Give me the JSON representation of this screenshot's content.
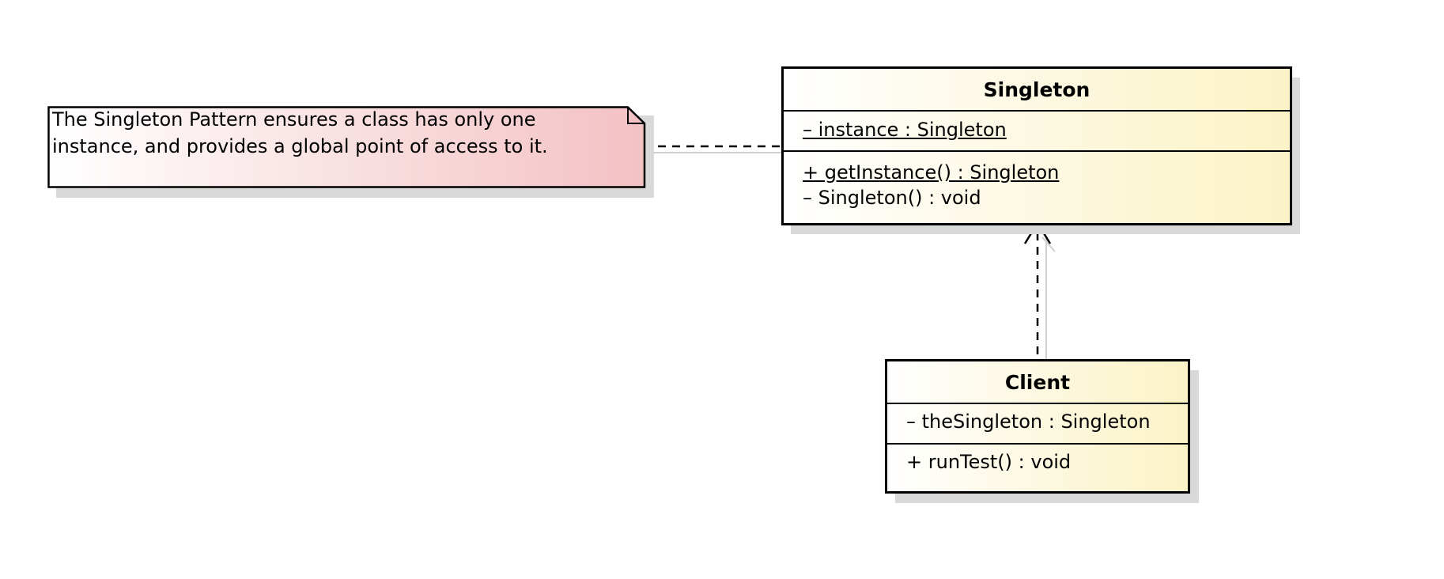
{
  "note": {
    "lines": [
      "The Singleton Pattern ensures a class has only one",
      "instance, and provides a global point of access to it."
    ]
  },
  "singleton": {
    "name": "Singleton",
    "attributes": [
      {
        "text": "– instance : Singleton",
        "static": true
      }
    ],
    "operations": [
      {
        "text": "+ getInstance() : Singleton",
        "static": true
      },
      {
        "text": "– Singleton() : void",
        "static": false
      }
    ]
  },
  "client": {
    "name": "Client",
    "attributes": [
      {
        "text": "– theSingleton : Singleton",
        "static": false
      }
    ],
    "operations": [
      {
        "text": "+ runTest() : void",
        "static": false
      }
    ]
  },
  "relationships": [
    {
      "type": "note-anchor",
      "from": "note",
      "to": "Singleton",
      "style": "dashed"
    },
    {
      "type": "dependency",
      "from": "Client",
      "to": "Singleton",
      "style": "dashed-open-arrow"
    }
  ]
}
